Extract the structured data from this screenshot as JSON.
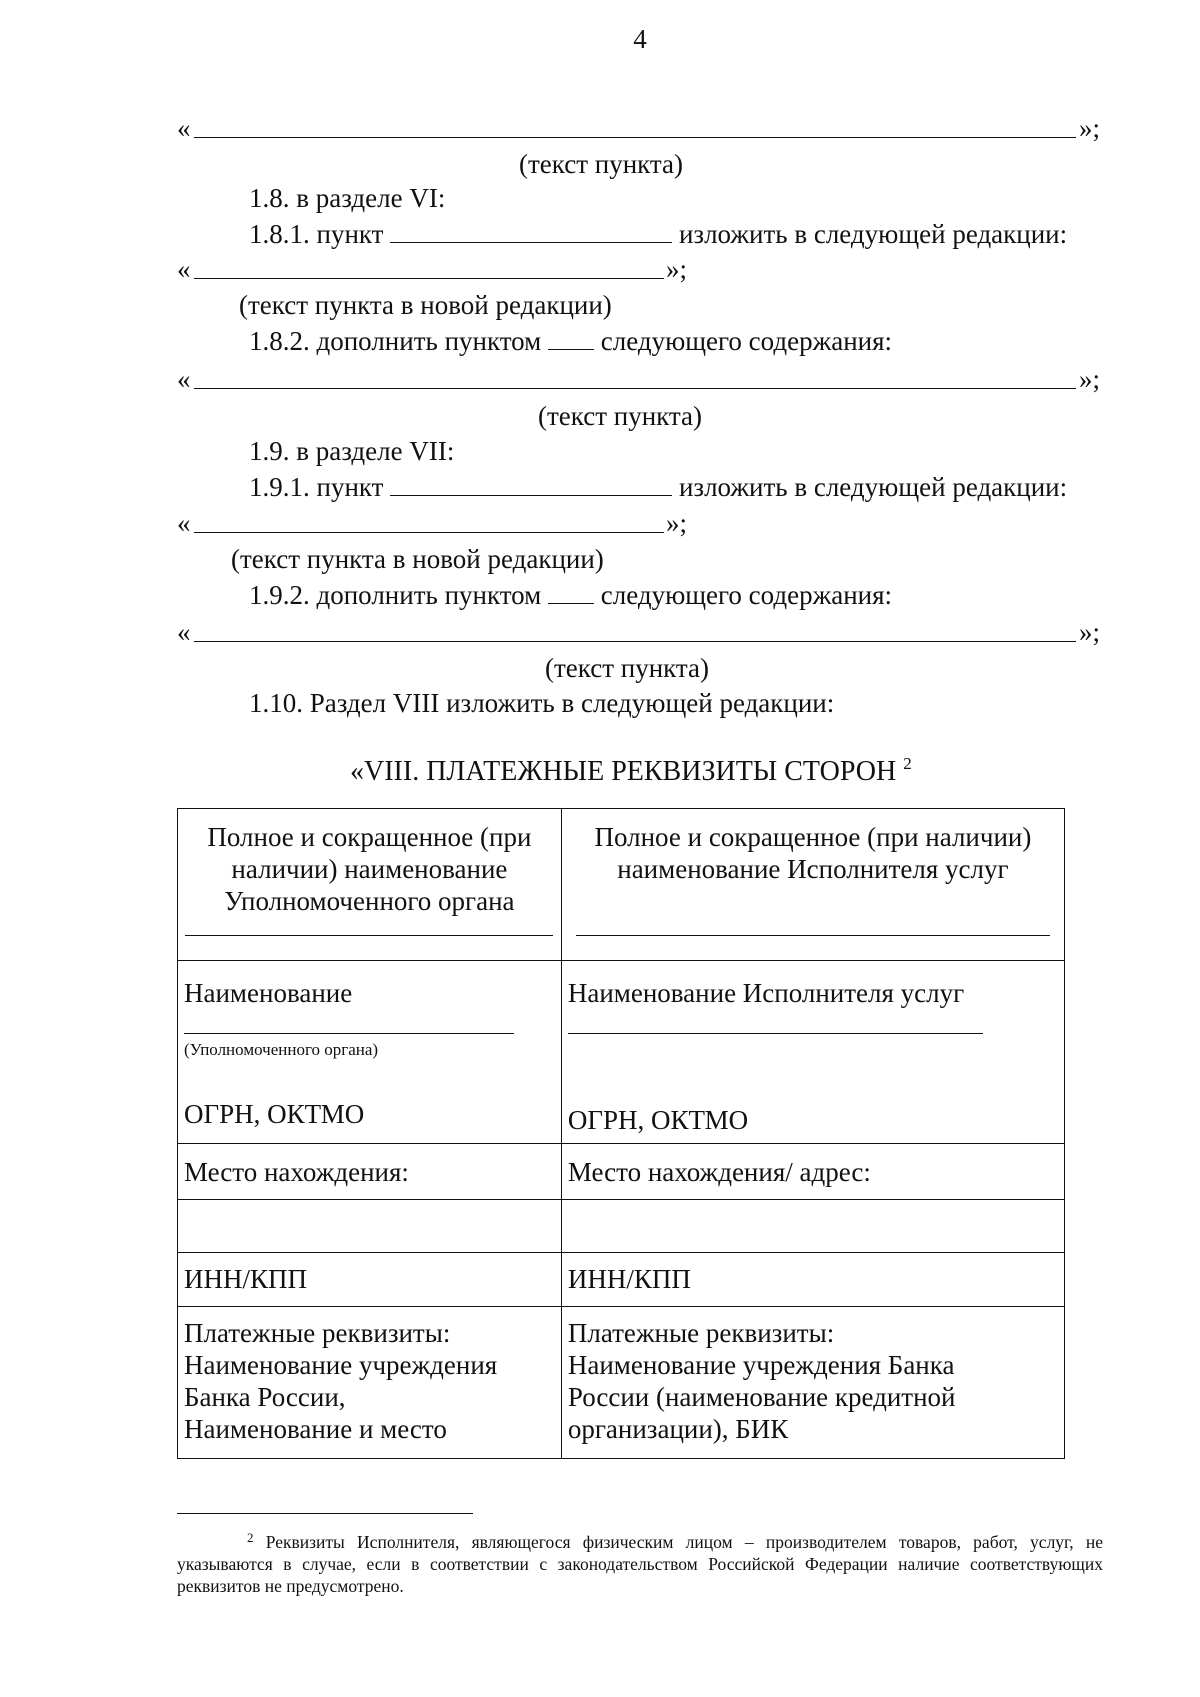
{
  "page_number": "4",
  "quote_open": "«",
  "quote_close_semicolon": "»;",
  "captions": {
    "item_text": "(текст пункта)",
    "item_text_new": "(текст пункта в новой редакции)"
  },
  "items": {
    "i_1_8": "1.8. в разделе VI:",
    "i_1_8_1_prefix": "1.8.1. пункт",
    "i_1_8_1_suffix": "изложить в следующей редакции:",
    "i_1_8_2_prefix": "1.8.2. дополнить пунктом",
    "i_1_8_2_suffix": "следующего содержания:",
    "i_1_9": "1.9. в разделе VII:",
    "i_1_9_1_prefix": "1.9.1. пункт",
    "i_1_9_1_suffix": "изложить в следующей редакции:",
    "i_1_9_2_prefix": "1.9.2. дополнить пунктом",
    "i_1_9_2_suffix": "следующего содержания:",
    "i_1_10": "1.10. Раздел VIII изложить в следующей редакции:"
  },
  "section_heading": "«VIII. ПЛАТЕЖНЫЕ РЕКВИЗИТЫ СТОРОН",
  "section_heading_footnote_mark": "2",
  "table": {
    "header_left": "Полное и сокращенное (при наличии) наименование Уполномоченного органа",
    "header_right": "Полное и сокращенное (при наличии) наименование Исполнителя услуг",
    "name_left": "Наименование",
    "name_left_caption": "(Уполномоченного органа)",
    "name_right": "Наименование Исполнителя услуг",
    "ogrn_left": "ОГРН, ОКТМО",
    "ogrn_right": "ОГРН, ОКТМО",
    "location_left": "Место нахождения:",
    "location_right": "Место нахождения/ адрес:",
    "inn_left": "ИНН/КПП",
    "inn_right": "ИНН/КПП",
    "payment_left_1": "Платежные реквизиты:",
    "payment_left_2": "Наименование учреждения",
    "payment_left_3": "Банка России,",
    "payment_left_4": "Наименование и место",
    "payment_right_1": "Платежные реквизиты:",
    "payment_right_2": "Наименование учреждения Банка",
    "payment_right_3": "России (наименование кредитной",
    "payment_right_4": "организации), БИК"
  },
  "footnote": {
    "mark": "2",
    "text": "Реквизиты Исполнителя, являющегося физическим лицом – производителем товаров, работ, услуг, не указываются в случае, если в соответствии с законодательством Российской Федерации наличие соответствующих реквизитов не предусмотрено."
  }
}
